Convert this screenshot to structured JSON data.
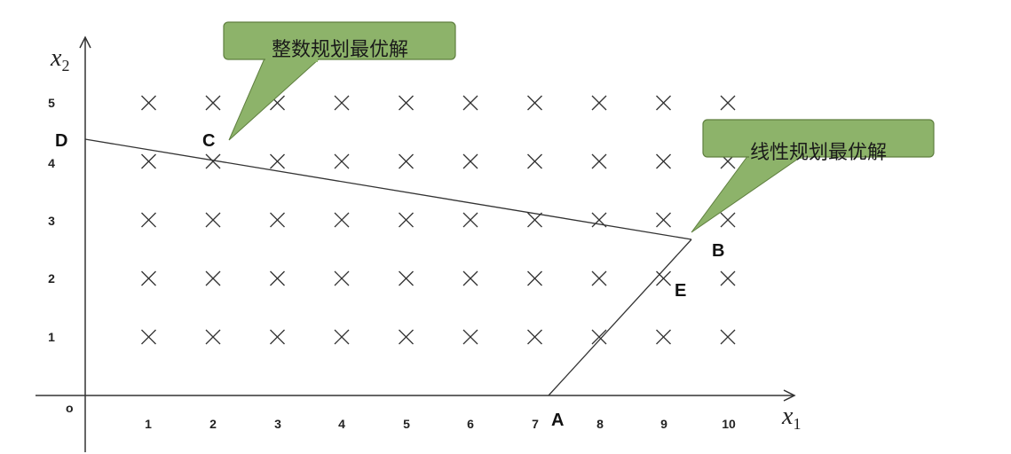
{
  "axes": {
    "x_label": "x",
    "x_sub": "1",
    "y_label": "x",
    "y_sub": "2",
    "origin_label": "o",
    "x_ticks": [
      "1",
      "2",
      "3",
      "4",
      "5",
      "6",
      "7",
      "8",
      "9",
      "10"
    ],
    "y_ticks": [
      "1",
      "2",
      "3",
      "4",
      "5"
    ]
  },
  "points": {
    "A": "A",
    "B": "B",
    "C": "C",
    "D": "D",
    "E": "E"
  },
  "callouts": {
    "integer": "整数规划最优解",
    "linear": "线性规划最优解"
  },
  "colors": {
    "callout_fill": "#8db36a",
    "callout_stroke": "#5f7f3f",
    "line": "#333333"
  },
  "grid_marker": "x-mark-icon",
  "grid_x": [
    1,
    2,
    3,
    4,
    5,
    6,
    7,
    8,
    9,
    10
  ],
  "grid_y": [
    1,
    2,
    3,
    4,
    5
  ]
}
